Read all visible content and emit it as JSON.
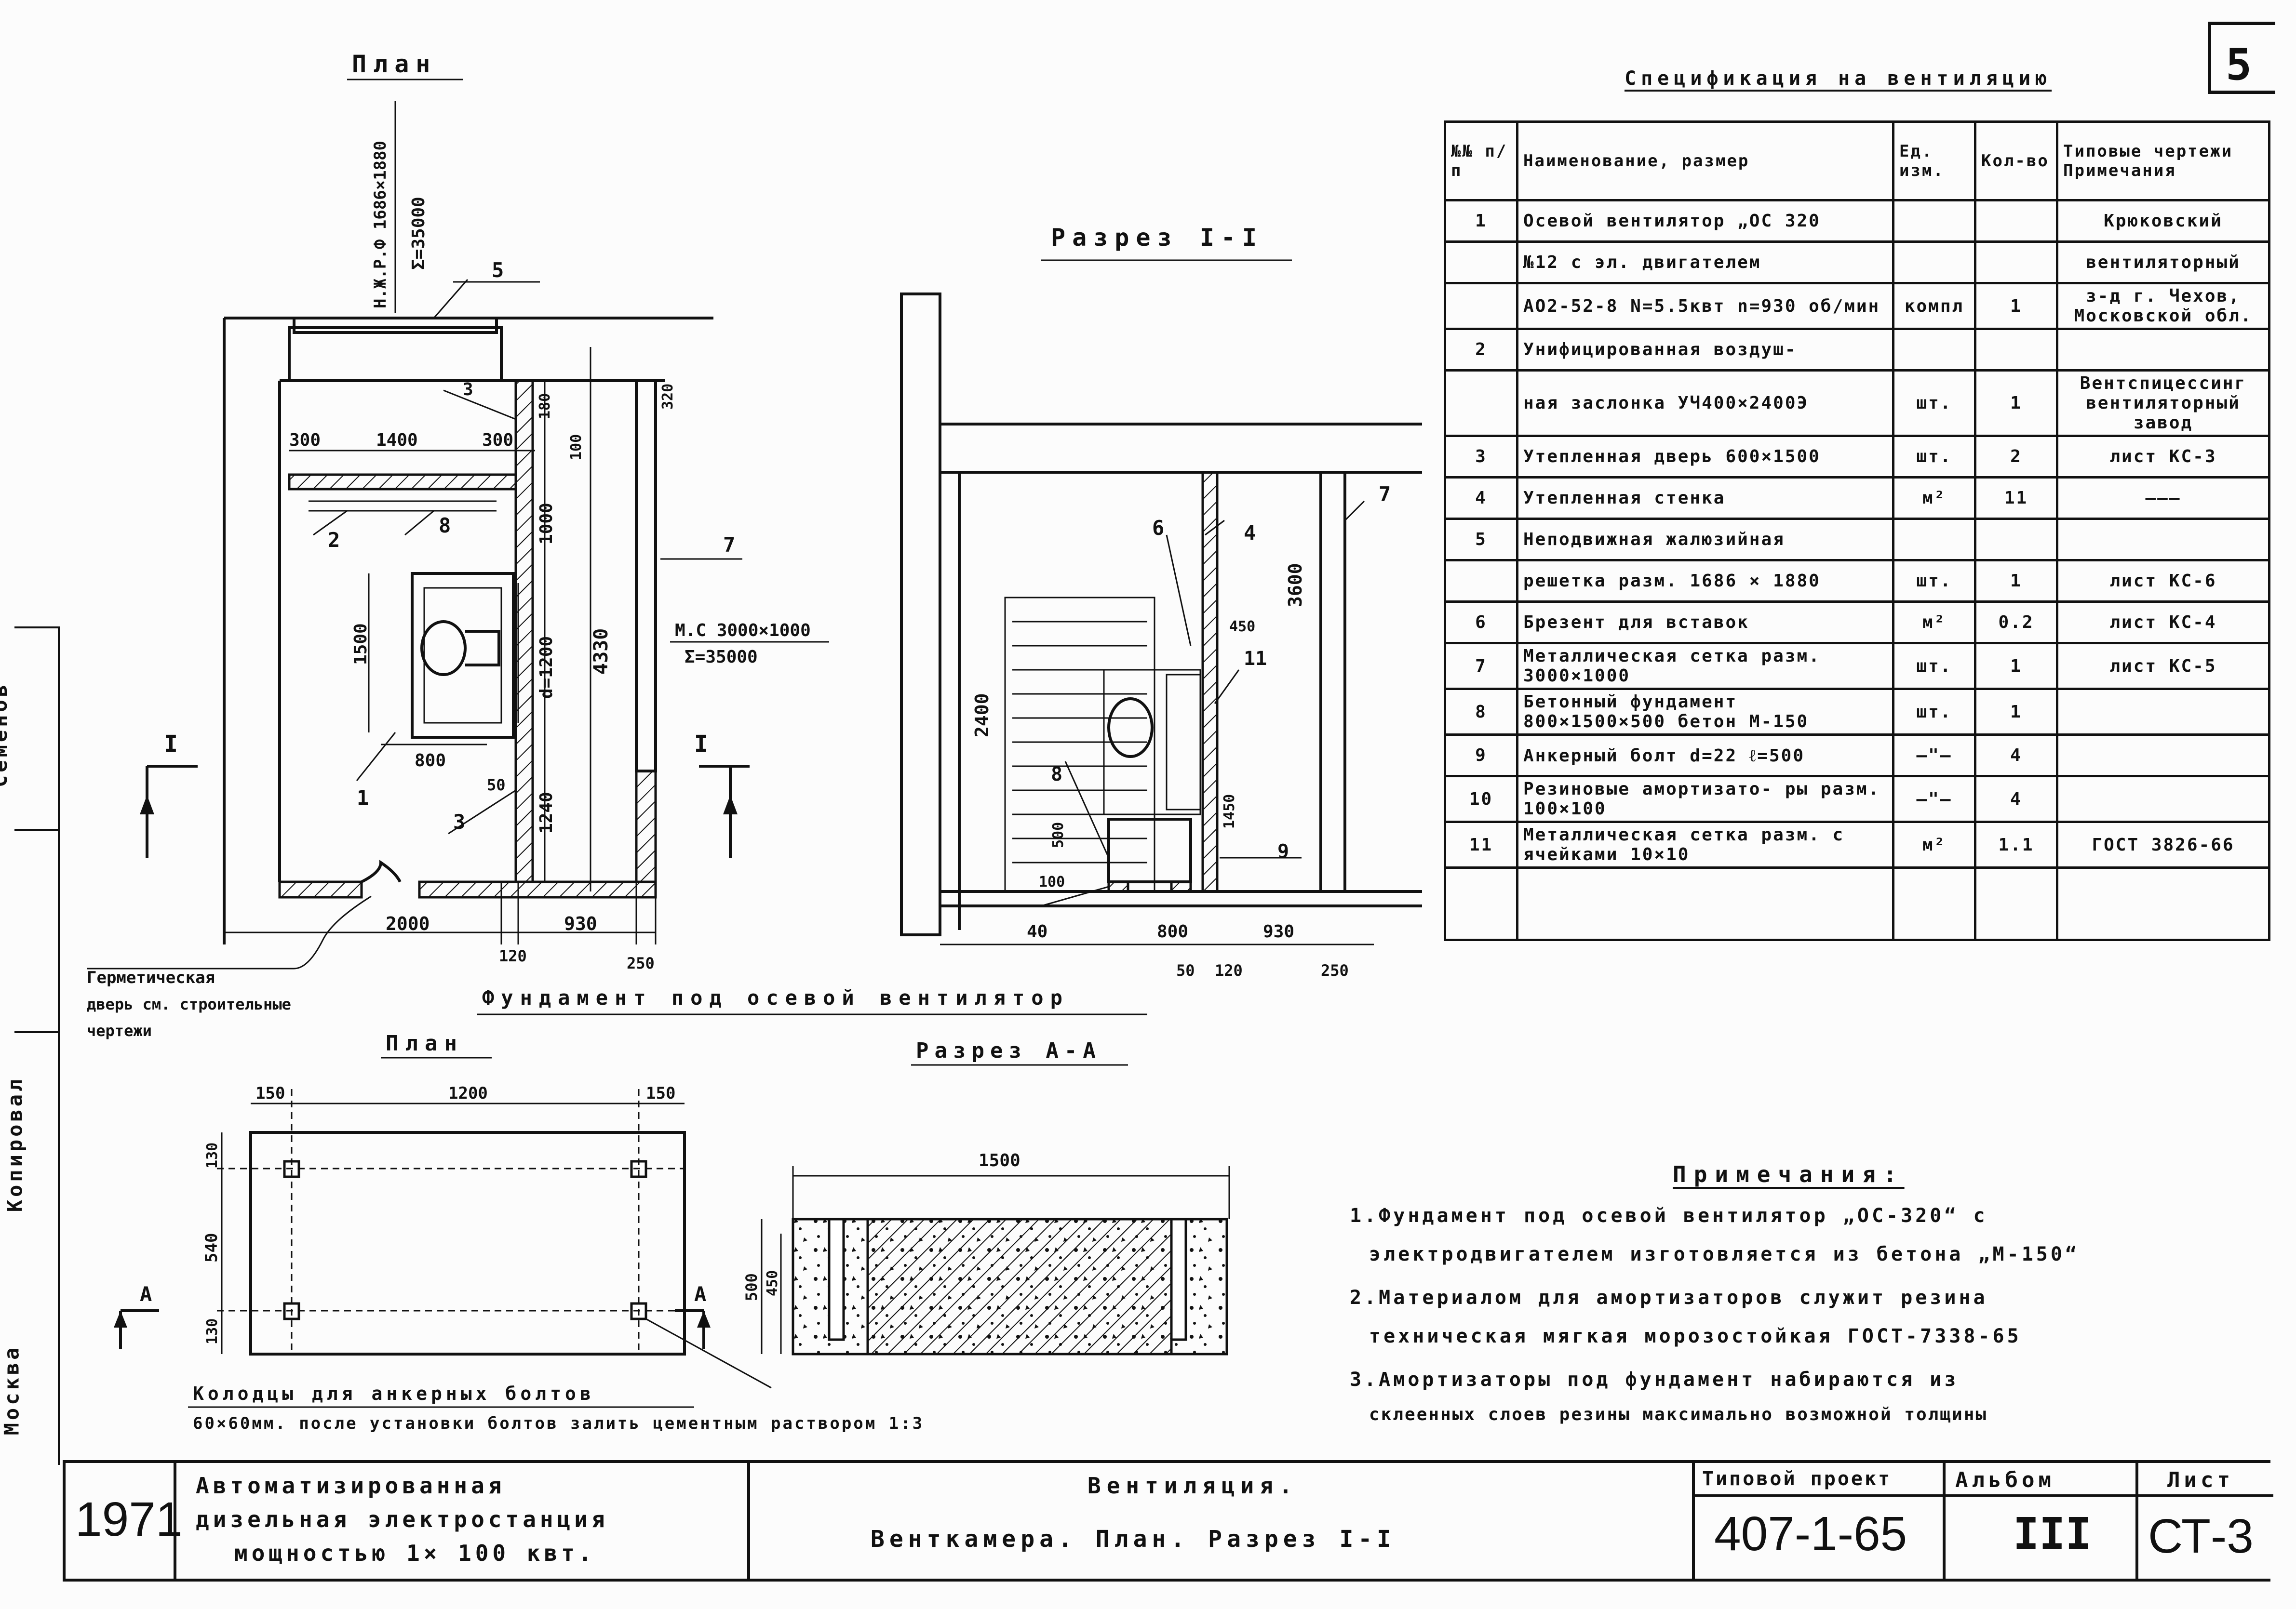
{
  "sheet_number": "5",
  "plan": {
    "title": "План",
    "vertical_label_1": "Н.Ж.Р.Ф 1686×1880",
    "vertical_label_2": "Σ=35000",
    "section_mark": "I",
    "dims": {
      "d300a": "300",
      "d1400": "1400",
      "d300b": "300",
      "d1500": "1500",
      "d800": "800",
      "d50": "50",
      "d2000": "2000",
      "d120": "120",
      "d930": "930",
      "d250": "250",
      "d4330": "4330",
      "d1000": "1000",
      "d1240": "1240",
      "d1200": "d=1200",
      "d320": "320",
      "d180": "180",
      "d100": "100"
    },
    "callouts": {
      "c1": "1",
      "c2": "2",
      "c3a": "3",
      "c3b": "3",
      "c5": "5",
      "c7": "7",
      "c8": "8"
    },
    "grille_label_1": "М.С 3000×1000",
    "grille_label_2": "Σ=35000",
    "door_note": [
      "Герметическая",
      "дверь см. строительные",
      "чертежи"
    ]
  },
  "section_1": {
    "title": "Разрез I-I",
    "dims": {
      "d3600": "3600",
      "d2400": "2400",
      "d450": "450",
      "d1450": "1450",
      "d500": "500",
      "d100": "100",
      "d40": "40",
      "d800": "800",
      "d930": "930",
      "d50": "50",
      "d120": "120",
      "d250": "250"
    },
    "callouts": {
      "c4": "4",
      "c6": "6",
      "c7": "7",
      "c8": "8",
      "c9": "9",
      "c11": "11"
    }
  },
  "foundation": {
    "title": "Фундамент под осевой вентилятор",
    "plan_title": "План",
    "section_title": "Разрез А-А",
    "plan_dims": {
      "d150a": "150",
      "d1200": "1200",
      "d150b": "150",
      "d130a": "130",
      "d540": "540",
      "d130b": "130"
    },
    "section_mark": "А",
    "section_dims": {
      "d1500": "1500",
      "d500": "500",
      "d450": "450"
    },
    "wells_note_1": "Колодцы для анкерных болтов",
    "wells_note_2": "60×60мм. после установки болтов залить цементным раствором 1:3"
  },
  "spec": {
    "title": "Спецификация на вентиляцию",
    "headers": [
      "№№ п/п",
      "Наименование, размер",
      "Ед. изм.",
      "Кол-во",
      "Типовые чертежи Примечания"
    ],
    "rows": [
      [
        "1",
        "Осевой вентилятор „ОС 320",
        "",
        "",
        "Крюковский"
      ],
      [
        "",
        "№12 с эл. двигателем",
        "",
        "",
        "вентиляторный"
      ],
      [
        "",
        "АО2-52-8 N=5.5квт n=930 об/мин",
        "компл",
        "1",
        "з-д г. Чехов, Московской обл."
      ],
      [
        "2",
        "Унифицированная воздуш-",
        "",
        "",
        ""
      ],
      [
        "",
        "ная заслонка УЧ400×2400Э",
        "шт.",
        "1",
        "Вентспицессинг вентиляторный завод"
      ],
      [
        "3",
        "Утепленная дверь 600×1500",
        "шт.",
        "2",
        "лист КС-3"
      ],
      [
        "4",
        "Утепленная стенка",
        "м²",
        "11",
        "———"
      ],
      [
        "5",
        "Неподвижная жалюзийная",
        "",
        "",
        ""
      ],
      [
        "",
        "решетка разм. 1686 × 1880",
        "шт.",
        "1",
        "лист КС-6"
      ],
      [
        "6",
        "Брезент для вставок",
        "м²",
        "0.2",
        "лист КС-4"
      ],
      [
        "7",
        "Металлическая сетка разм. 3000×1000",
        "шт.",
        "1",
        "лист КС-5"
      ],
      [
        "8",
        "Бетонный фундамент 800×1500×500 бетон М-150",
        "шт.",
        "1",
        ""
      ],
      [
        "9",
        "Анкерный болт d=22 ℓ=500",
        "—\"—",
        "4",
        ""
      ],
      [
        "10",
        "Резиновые амортизато- ры разм. 100×100",
        "—\"—",
        "4",
        ""
      ],
      [
        "11",
        "Металлическая сетка разм. с ячейками 10×10",
        "м²",
        "1.1",
        "ГОСТ 3826-66"
      ],
      [
        "",
        "",
        "",
        "",
        ""
      ]
    ]
  },
  "notes": {
    "title": "Примечания:",
    "lines": [
      "1.Фундамент под осевой вентилятор „ОС-320“ с",
      "электродвигателем изготовляется из бетона „М-150“",
      "2.Материалом для амортизаторов служит резина",
      "техническая мягкая морозостойкая ГОСТ-7338-65",
      "3.Амортизаторы под фундамент набираются из",
      "склеенных слоев резины максимально возможной толщины"
    ]
  },
  "title_block": {
    "year": "1971",
    "project_1": "Автоматизированная",
    "project_2": "дизельная электростанция",
    "project_3": "мощностью 1× 100 квт.",
    "sheet_title_1": "Вентиляция.",
    "sheet_title_2": "Венткамера.  План. Разрез I-I",
    "typical_project_label": "Типовой проект",
    "typical_project_value": "407-1-65",
    "album_label": "Альбом",
    "album_value": "III",
    "sheet_label": "Лист",
    "sheet_value": "СТ-3"
  },
  "margin_labels": [
    "Москва",
    "Копировал",
    "Семенов"
  ]
}
